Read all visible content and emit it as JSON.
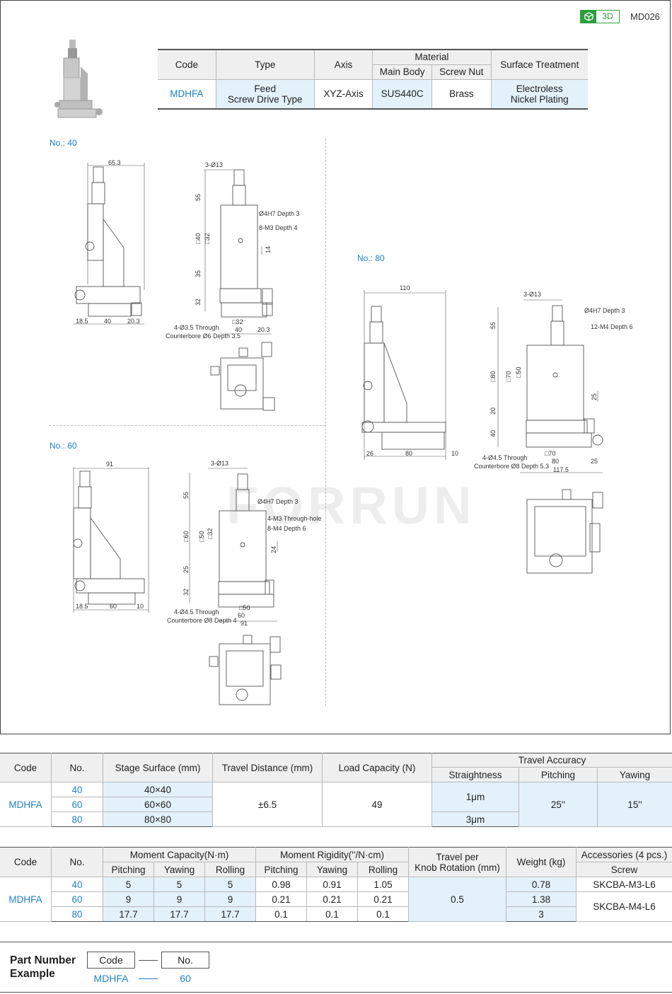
{
  "header": {
    "badge_3d": "3D",
    "page_code": "MD026"
  },
  "product_table": {
    "headers": {
      "code": "Code",
      "type": "Type",
      "axis": "Axis",
      "material": "Material",
      "main_body": "Main Body",
      "screw_nut": "Screw Nut",
      "surface": "Surface Treatment"
    },
    "row": {
      "code": "MDHFA",
      "type_line1": "Feed",
      "type_line2": "Screw Drive Type",
      "axis": "XYZ-Axis",
      "main_body": "SUS440C",
      "screw_nut": "Brass",
      "surface_line1": "Electroless",
      "surface_line2": "Nickel Plating"
    }
  },
  "drawings": {
    "watermark": "FORRUN",
    "no40": {
      "label": "No.: 40",
      "dims": [
        "65.3",
        "3-Ø13",
        "55",
        "□40",
        "□32",
        "35",
        "32",
        "18.5",
        "40",
        "20.3",
        "□32",
        "40",
        "20.3",
        "14"
      ],
      "notes": [
        "Ø4H7 Depth 3",
        "8-M3 Depth 4",
        "4-Ø3.5 Through",
        "Counterbore Ø6 Depth 3.5"
      ]
    },
    "no60": {
      "label": "No.: 60",
      "dims": [
        "91",
        "3-Ø13",
        "55",
        "□60",
        "□50",
        "□32",
        "25",
        "32",
        "18.5",
        "60",
        "10",
        "□50",
        "60",
        "91",
        "24"
      ],
      "notes": [
        "Ø4H7 Depth 3",
        "4-M3 Through-hole",
        "8-M4 Depth 6",
        "4-Ø4.5 Through",
        "Counterbore Ø8 Depth 4"
      ]
    },
    "no80": {
      "label": "No.: 80",
      "dims": [
        "110",
        "3-Ø13",
        "55",
        "□80",
        "□70",
        "□50",
        "20",
        "40",
        "26",
        "80",
        "10",
        "□70",
        "80",
        "25",
        "117.5",
        "25"
      ],
      "notes": [
        "Ø4H7 Depth 3",
        "12-M4 Depth 6",
        "4-Ø4.5 Through",
        "Counterbore Ø8 Depth 5.3"
      ]
    }
  },
  "spec1": {
    "headers": {
      "code": "Code",
      "no": "No.",
      "stage": "Stage Surface (mm)",
      "travel": "Travel Distance (mm)",
      "load": "Load Capacity (N)",
      "accuracy": "Travel Accuracy",
      "straightness": "Straightness",
      "pitching": "Pitching",
      "yawing": "Yawing"
    },
    "code": "MDHFA",
    "rows": [
      {
        "no": "40",
        "stage": "40×40"
      },
      {
        "no": "60",
        "stage": "60×60"
      },
      {
        "no": "80",
        "stage": "80×80"
      }
    ],
    "travel": "±6.5",
    "load": "49",
    "straight_a": "1μm",
    "straight_b": "3μm",
    "pitching": "25''",
    "yawing": "15''"
  },
  "spec2": {
    "headers": {
      "code": "Code",
      "no": "No.",
      "moment_cap": "Moment Capacity(N·m)",
      "moment_rig": "Moment Rigidity(''/N·cm)",
      "pitching": "Pitching",
      "yawing": "Yawing",
      "rolling": "Rolling",
      "travel_knob_1": "Travel per",
      "travel_knob_2": "Knob Rotation (mm)",
      "weight": "Weight (kg)",
      "accessories": "Accessories (4 pcs.)",
      "screw": "Screw"
    },
    "code": "MDHFA",
    "rows": [
      {
        "no": "40",
        "cp": "5",
        "cy": "5",
        "cr": "5",
        "rp": "0.98",
        "ry": "0.91",
        "rr": "1.05",
        "w": "0.78"
      },
      {
        "no": "60",
        "cp": "9",
        "cy": "9",
        "cr": "9",
        "rp": "0.21",
        "ry": "0.21",
        "rr": "0.21",
        "w": "1.38"
      },
      {
        "no": "80",
        "cp": "17.7",
        "cy": "17.7",
        "cr": "17.7",
        "rp": "0.1",
        "ry": "0.1",
        "rr": "0.1",
        "w": "3"
      }
    ],
    "knob": "0.5",
    "screw_a": "SKCBA-M3-L6",
    "screw_b": "SKCBA-M4-L6"
  },
  "part_number": {
    "label_line1": "Part Number",
    "label_line2": "Example",
    "code_box": "Code",
    "no_box": "No.",
    "code_value": "MDHFA",
    "no_value": "60"
  }
}
